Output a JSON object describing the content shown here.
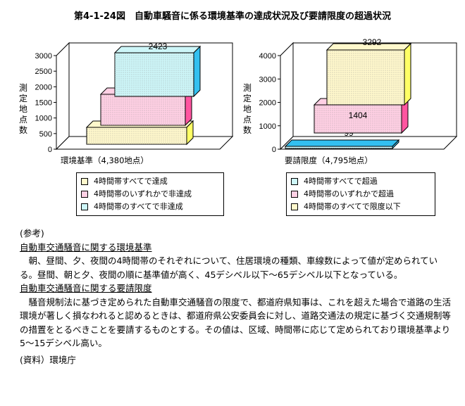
{
  "title": "第4-1-24図　自動車騒音に係る環境基準の達成状況及び要請限度の超過状況",
  "chart_data": [
    {
      "type": "bar",
      "xlabel": "環境基準（4,380地点）",
      "ylabel": "測定地点数",
      "ylim": [
        0,
        3000
      ],
      "yticks": [
        0,
        500,
        1000,
        1500,
        2000,
        2500,
        3000
      ],
      "grid": false,
      "series": [
        {
          "name": "4時間帯すべてで達成",
          "value": 555,
          "color": "#fff8cc"
        },
        {
          "name": "4時間帯のいずれかで非達成",
          "value": 1402,
          "color": "#ffd0e4"
        },
        {
          "name": "4時間帯のすべてで非達成",
          "value": 2423,
          "color": "#cdf6f8"
        }
      ],
      "side_colors": [
        "#ffff66",
        "#ff55a0",
        "#33c0f0"
      ]
    },
    {
      "type": "bar",
      "xlabel": "要請限度（4,795地点）",
      "ylabel": "測定地点数",
      "ylim": [
        0,
        4000
      ],
      "yticks": [
        0,
        1000,
        2000,
        3000,
        4000
      ],
      "grid": false,
      "series": [
        {
          "name": "4時間帯すべてで超過",
          "value": 99,
          "color": "#cdf6f8"
        },
        {
          "name": "4時間帯のいずれかで超過",
          "value": 1404,
          "color": "#ffd0e4"
        },
        {
          "name": "4時間帯のすべてで限度以下",
          "value": 3292,
          "color": "#fff8cc"
        }
      ],
      "side_colors": [
        "#33c0f0",
        "#ff55a0",
        "#ffff66"
      ]
    }
  ],
  "legend_left": [
    {
      "label": "4時間帯すべてで達成",
      "color": "#fff8cc"
    },
    {
      "label": "4時間帯のいずれかで非達成",
      "color": "#ffd0e4"
    },
    {
      "label": "4時間帯のすべてで非達成",
      "color": "#cdf6f8"
    }
  ],
  "legend_right": [
    {
      "label": "4時間帯すべてで超過",
      "color": "#cdf6f8"
    },
    {
      "label": "4時間帯のいずれかで超過",
      "color": "#ffd0e4"
    },
    {
      "label": "4時間帯のすべてで限度以下",
      "color": "#fff8cc"
    }
  ],
  "notes": {
    "ref": "(参考)",
    "heading1": "自動車交通騒音に関する環境基準",
    "body1": "朝、昼間、夕、夜間の4時間帯のそれぞれについて、住居環境の種類、車線数によって値が定められている。昼間、朝と夕、夜間の順に基準値が高く、45デシベル以下〜65デシベル以下となっている。",
    "heading2": "自動車交通騒音に関する要請限度",
    "body2": "騒音規制法に基づき定められた自動車交通騒音の限度で、都道府県知事は、これを超えた場合で道路の生活環境が著しく損なわれると認めるときは、都道府県公安委員会に対し、道路交通法の規定に基づく交通規制等の措置をとるべきことを要請するものとする。その値は、区域、時間帯に応じて定められており環境基準より5〜15デシベル高い。",
    "source": "(資料）環境庁"
  }
}
